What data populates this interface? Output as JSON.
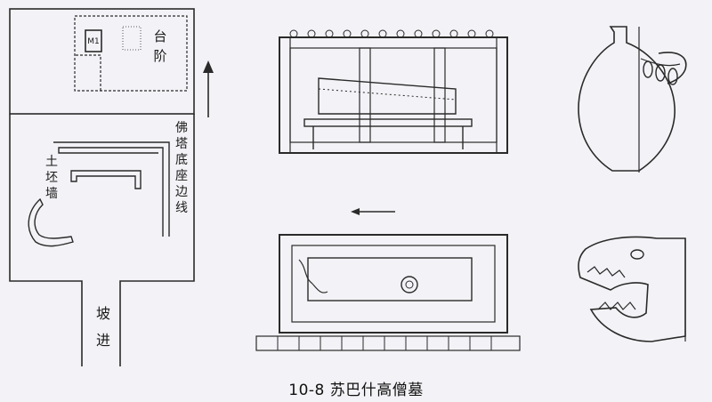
{
  "plan": {
    "tomb_label": "M1",
    "terrace_label": [
      "台",
      "阶"
    ],
    "pagoda_base_label": [
      "佛",
      "塔",
      "底",
      "座",
      "边",
      "线"
    ],
    "earth_wall_label": [
      "土",
      "坯",
      "墙"
    ],
    "ramp_label": [
      "坡",
      "进"
    ]
  },
  "caption": "10-8  苏巴什高僧墓"
}
